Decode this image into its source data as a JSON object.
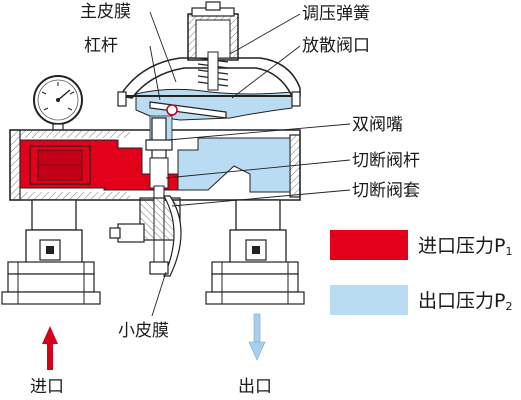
{
  "colors": {
    "inlet": "#e2001a",
    "outlet": "#b9dcf2",
    "outline": "#222222",
    "arrow_in": "#d6001c",
    "arrow_out": "#a8d0ee"
  },
  "labels": {
    "main_diaphragm": "主皮膜",
    "pressure_spring": "调压弹簧",
    "lever": "杠杆",
    "relief_port": "放散阀口",
    "double_nozzle": "双阀嘴",
    "cutoff_stem": "切断阀杆",
    "cutoff_sleeve": "切断阀套",
    "small_diaphragm": "小皮膜",
    "inlet": "进口",
    "outlet": "出口"
  },
  "legend": {
    "inlet_text": "进口压力P",
    "inlet_sub": "1",
    "outlet_text": "出口压力P",
    "outlet_sub": "2"
  }
}
